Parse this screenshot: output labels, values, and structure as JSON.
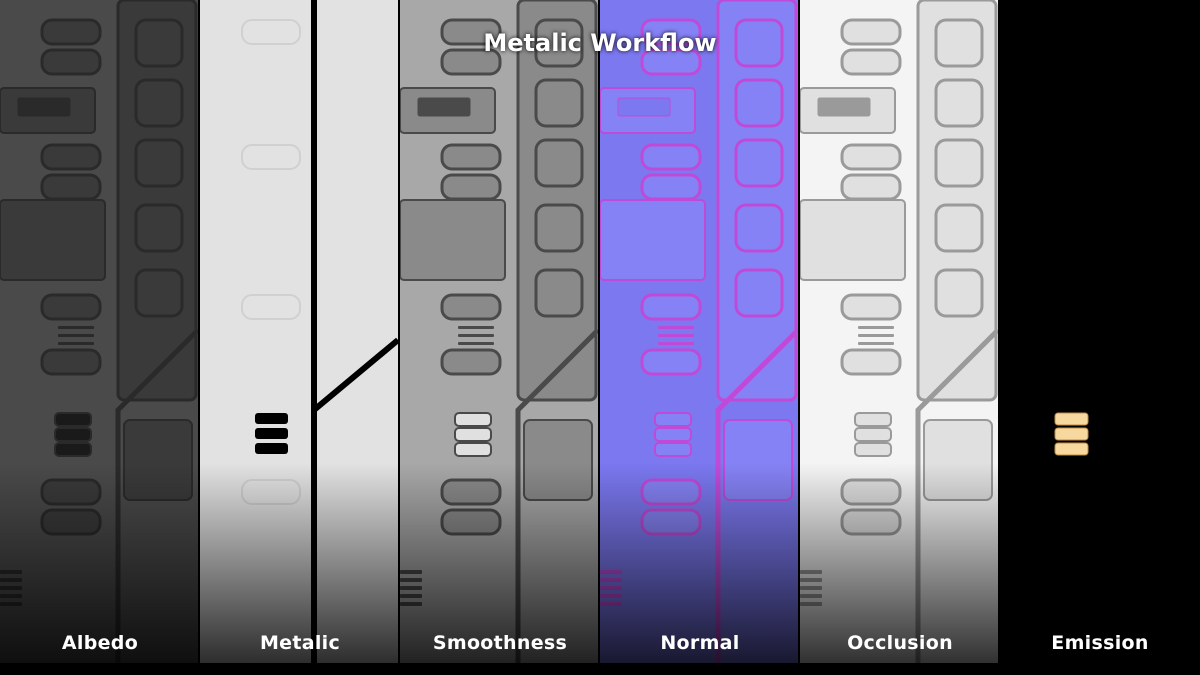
{
  "title": "Metalic Workflow",
  "maps": [
    {
      "label": "Albedo",
      "base": "#4a4a4a",
      "line": "#2a2a2a",
      "hi": "#6a6a6a",
      "inset": "#3a3a3a"
    },
    {
      "label": "Metalic",
      "base": "#e2e2e2",
      "line": "#c8c8c8",
      "hi": "#eeeeee",
      "inset": "#dadada"
    },
    {
      "label": "Smoothness",
      "base": "#a8a8a8",
      "line": "#4a4a4a",
      "hi": "#c8c8c8",
      "inset": "#8a8a8a"
    },
    {
      "label": "Normal",
      "base": "#7b78f0",
      "line": "#c04ad8",
      "hi": "#58d0d8",
      "inset": "#8582f5"
    },
    {
      "label": "Occlusion",
      "base": "#f4f4f4",
      "line": "#9a9a9a",
      "hi": "#ffffff",
      "inset": "#e0e0e0"
    },
    {
      "label": "Emission",
      "base": "#000000",
      "line": "#000000",
      "hi": "#000000",
      "inset": "#000000"
    }
  ],
  "emission_color": "#f7d9a0"
}
